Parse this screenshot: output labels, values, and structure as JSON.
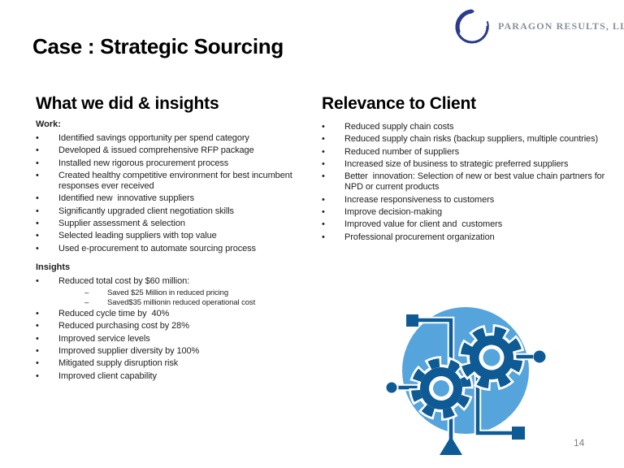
{
  "title": "Case : Strategic Sourcing",
  "page_number": "14",
  "logo": {
    "text": "PARAGON RESULTS, LLC",
    "icon": "swirl-circle-icon"
  },
  "markers": {
    "bullet": "•",
    "dash": "–"
  },
  "colors": {
    "accent_dark_blue": "#0E5A94",
    "accent_light_blue": "#55A4DC",
    "logo_navy": "#2B3A8C",
    "logo_text_gray": "#8A8F9B",
    "page_number_gray": "#808080",
    "text_black": "#1F1F1F"
  },
  "left": {
    "heading": "What we did & insights",
    "work_label": "Work:",
    "work_items": [
      "Identified savings opportunity per spend category",
      "Developed & issued comprehensive RFP package",
      "Installed new rigorous procurement process",
      "Created healthy competitive environment for best incumbent responses ever received",
      "Identified new  innovative suppliers",
      "Significantly upgraded client negotiation skills",
      "Supplier assessment & selection",
      "Selected leading suppliers with top value",
      "Used e-procurement to automate sourcing process"
    ],
    "insights_label": "Insights",
    "insights_items": [
      {
        "text": "Reduced total cost by $60 million:",
        "sub": [
          "Saved $25 Million in reduced pricing",
          "Saved$35 millionin reduced operational cost"
        ]
      },
      "Reduced cycle time by  40%",
      "Reduced purchasing cost by 28%",
      "Improved service levels",
      "Improved supplier diversity by 100%",
      "Mitigated supply disruption risk",
      "Improved client capability"
    ]
  },
  "right": {
    "heading": "Relevance to Client",
    "items": [
      "Reduced supply chain costs",
      "Reduced supply chain risks (backup suppliers, multiple countries)",
      "Reduced number of suppliers",
      "Increased size of business to strategic preferred suppliers",
      "Better  innovation: Selection of new or best value chain partners for NPD or current products",
      "Increase responsiveness to customers",
      "Improve decision-making",
      "Improved value for client and  customers",
      "Professional procurement organization"
    ]
  },
  "graphic": {
    "icon": "gears-automation-graphic"
  }
}
